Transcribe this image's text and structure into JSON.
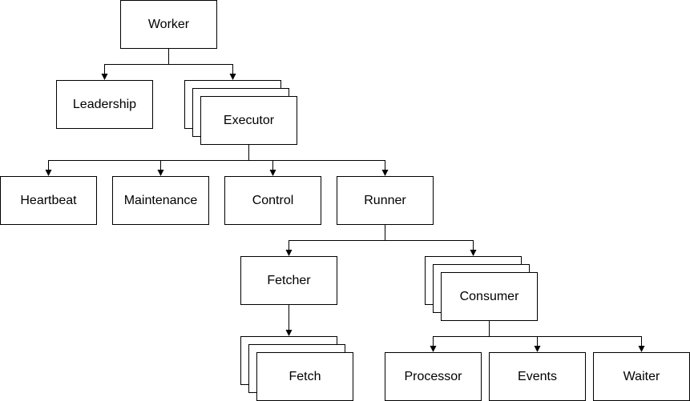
{
  "diagram": {
    "nodes": [
      {
        "id": "worker",
        "label": "Worker",
        "stacked": false
      },
      {
        "id": "leadership",
        "label": "Leadership",
        "stacked": false
      },
      {
        "id": "executor",
        "label": "Executor",
        "stacked": true
      },
      {
        "id": "heartbeat",
        "label": "Heartbeat",
        "stacked": false
      },
      {
        "id": "maintenance",
        "label": "Maintenance",
        "stacked": false
      },
      {
        "id": "control",
        "label": "Control",
        "stacked": false
      },
      {
        "id": "runner",
        "label": "Runner",
        "stacked": false
      },
      {
        "id": "fetcher",
        "label": "Fetcher",
        "stacked": false
      },
      {
        "id": "consumer",
        "label": "Consumer",
        "stacked": true
      },
      {
        "id": "fetch",
        "label": "Fetch",
        "stacked": true
      },
      {
        "id": "processor",
        "label": "Processor",
        "stacked": false
      },
      {
        "id": "events",
        "label": "Events",
        "stacked": false
      },
      {
        "id": "waiter",
        "label": "Waiter",
        "stacked": false
      }
    ],
    "edges": [
      {
        "from": "worker",
        "to": "leadership"
      },
      {
        "from": "worker",
        "to": "executor"
      },
      {
        "from": "executor",
        "to": "heartbeat"
      },
      {
        "from": "executor",
        "to": "maintenance"
      },
      {
        "from": "executor",
        "to": "control"
      },
      {
        "from": "executor",
        "to": "runner"
      },
      {
        "from": "runner",
        "to": "fetcher"
      },
      {
        "from": "runner",
        "to": "consumer"
      },
      {
        "from": "fetcher",
        "to": "fetch"
      },
      {
        "from": "consumer",
        "to": "processor"
      },
      {
        "from": "consumer",
        "to": "events"
      },
      {
        "from": "consumer",
        "to": "waiter"
      }
    ]
  }
}
